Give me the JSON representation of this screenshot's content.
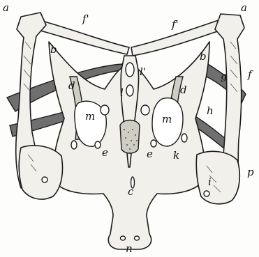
{
  "figure": {
    "labels": {
      "a_left": "a",
      "a_right": "a",
      "f_prime_left": "f'",
      "f_prime_right": "f'",
      "b_left": "b",
      "b_right": "b",
      "l_prime": "l'",
      "g": "g",
      "f": "f",
      "l": "l",
      "d_left": "d",
      "d_right": "d",
      "h": "h",
      "m_left": "m",
      "m_right": "m",
      "e_left": "e",
      "e_right": "e",
      "k": "k",
      "p": "p",
      "i": "i",
      "c": "c",
      "n": "n"
    }
  }
}
